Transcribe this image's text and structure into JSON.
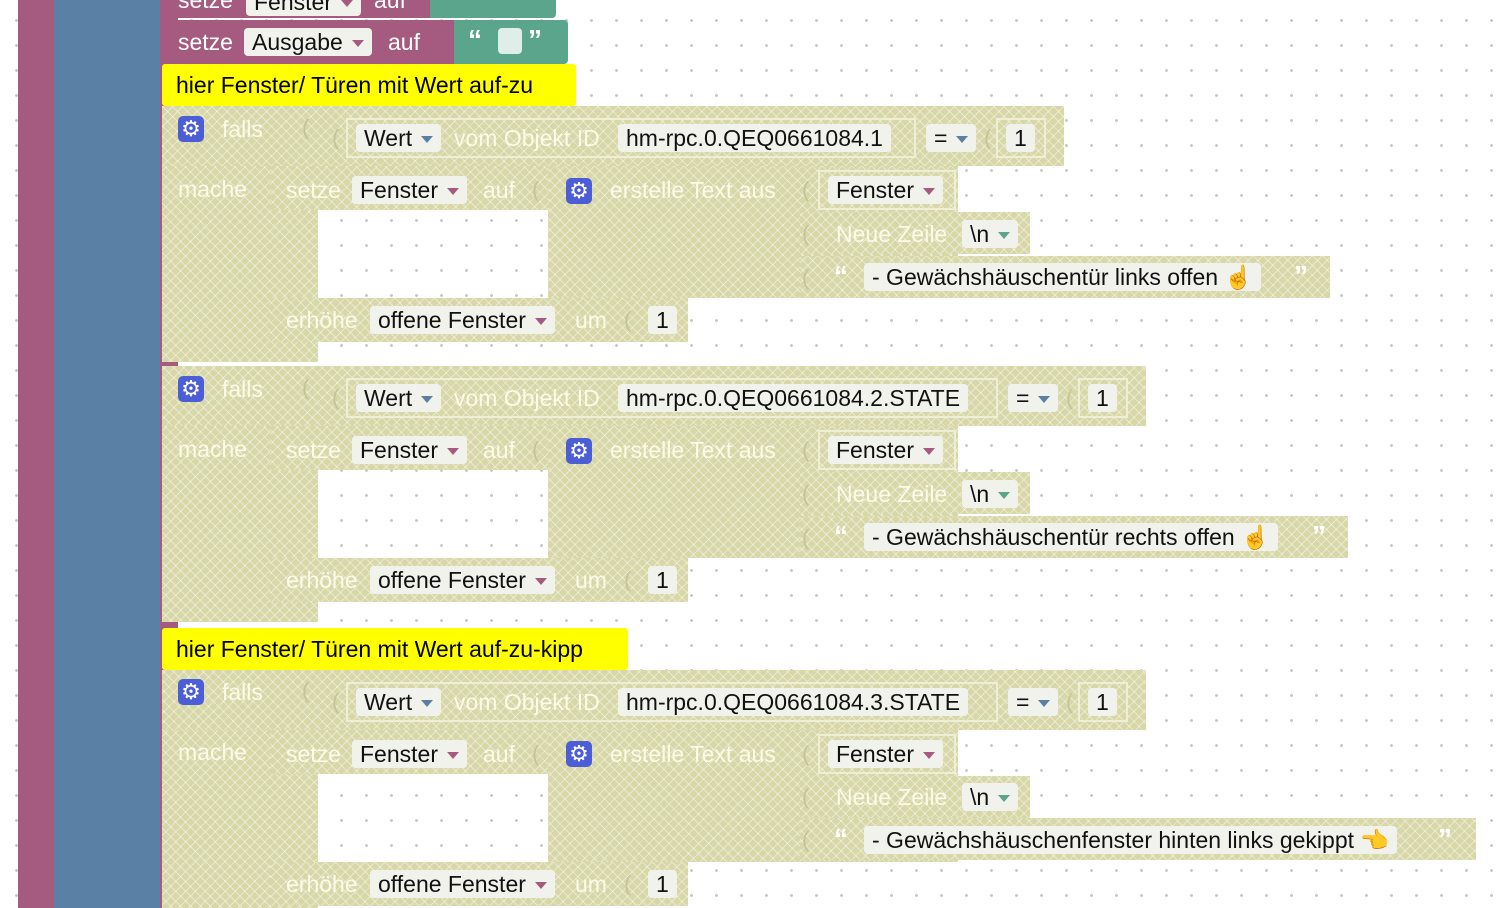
{
  "blocks": {
    "set_label": "setze",
    "to_label": "auf",
    "top_var": "Fenster",
    "top2_var": "Ausgabe",
    "if_label": "falls",
    "do_label": "mache",
    "value_label": "Wert",
    "object_label": "vom Objekt ID",
    "op": "=",
    "compare_value": "1",
    "text_join_label": "erstelle Text aus",
    "var_fenster": "Fenster",
    "newline_label": "Neue Zeile",
    "newline_value": "\\n",
    "increase_label": "erhöhe",
    "counter_var": "offene Fenster",
    "by_label": "um",
    "increment": "1",
    "quote_open": "“",
    "quote_close": "”",
    "gear_icon": "⚙"
  },
  "comments": [
    "hier Fenster/ Türen mit Wert auf-zu",
    "hier Fenster/ Türen mit Wert auf-zu-kipp"
  ],
  "groups": [
    {
      "object_id": "hm-rpc.0.QEQ0661084.1",
      "message": "- Gewächshäuschentür links offen ☝"
    },
    {
      "object_id": "hm-rpc.0.QEQ0661084.2.STATE",
      "message": "- Gewächshäuschentür rechts offen ☝"
    },
    {
      "object_id": "hm-rpc.0.QEQ0661084.3.STATE",
      "message": "- Gewächshäuschenfenster hinten links gekippt 👈"
    }
  ],
  "colors": {
    "variables_block": "#a55b80",
    "procedure_block": "#5b80a5",
    "text_block": "#5ba58c",
    "disabled_block": "#d7d7a8",
    "comment": "#ffff00",
    "gear": "#4c5ed6"
  }
}
